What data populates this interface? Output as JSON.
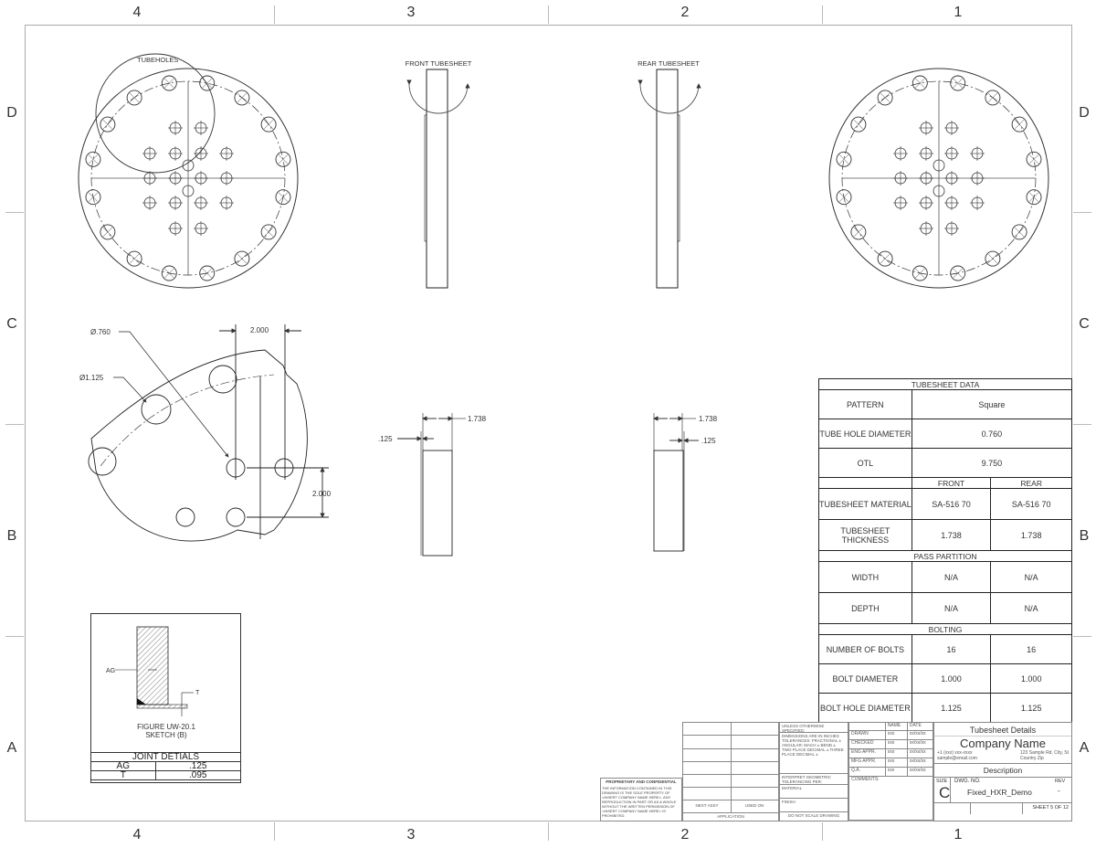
{
  "border": {
    "columns_top": [
      "4",
      "3",
      "2",
      "1"
    ],
    "columns_bottom": [
      "4",
      "3",
      "2",
      "1"
    ],
    "rows_left": [
      "D",
      "C",
      "B",
      "A"
    ],
    "rows_right": [
      "D",
      "C",
      "B",
      "A"
    ]
  },
  "views": {
    "tubeholes_label": "TUBEHOLES",
    "front_tubesheet_label": "FRONT TUBESHEET",
    "rear_tubesheet_label": "REAR TUBESHEET",
    "detail": {
      "dia_tube": "Ø.760",
      "dia_bolt": "Ø1.125",
      "dim_horizontal": "2.000",
      "dim_vertical": "2.000"
    },
    "front_section": {
      "thickness": "1.738",
      "groove": ".125"
    },
    "rear_section": {
      "thickness": "1.738",
      "groove": ".125"
    }
  },
  "joint_details": {
    "figure_title": "FIGURE UW-20.1",
    "figure_subtitle": "SKETCH (B)",
    "label_ag": "AG",
    "label_t": "T",
    "table_title": "JOINT DETIALS",
    "rows": [
      {
        "name": "AG",
        "value": ".125"
      },
      {
        "name": "T",
        "value": ".095"
      }
    ]
  },
  "tubesheet_data": {
    "title": "TUBESHEET DATA",
    "pattern": {
      "label": "PATTERN",
      "value": "Square"
    },
    "tube_hole_diameter": {
      "label": "TUBE HOLE DIAMETER",
      "value": "0.760"
    },
    "otl": {
      "label": "OTL",
      "value": "9.750"
    },
    "col_front": "FRONT",
    "col_rear": "REAR",
    "material": {
      "label": "TUBESHEET MATERIAL",
      "front": "SA-516 70",
      "rear": "SA-516 70"
    },
    "thickness": {
      "label": "TUBESHEET THICKNESS",
      "front": "1.738",
      "rear": "1.738"
    },
    "pass_partition_title": "PASS PARTITION",
    "width": {
      "label": "WIDTH",
      "front": "N/A",
      "rear": "N/A"
    },
    "depth": {
      "label": "DEPTH",
      "front": "N/A",
      "rear": "N/A"
    },
    "bolting_title": "BOLTING",
    "num_bolts": {
      "label": "NUMBER OF BOLTS",
      "front": "16",
      "rear": "16"
    },
    "bolt_diameter": {
      "label": "BOLT DIAMETER",
      "front": "1.000",
      "rear": "1.000"
    },
    "bolt_hole_diameter": {
      "label": "BOLT HOLE DIAMETER",
      "front": "1.125",
      "rear": "1.125"
    }
  },
  "title_block": {
    "proprietary_title": "PROPRIETARY AND CONFIDENTIAL",
    "proprietary_text": "THE INFORMATION CONTAINED IN THIS DRAWING IS THE SOLE PROPERTY OF <INSERT COMPANY NAME HERE>. ANY REPRODUCTION IN PART OR AS A WHOLE WITHOUT THE WRITTEN PERMISSION OF <INSERT COMPANY NAME HERE> IS PROHIBITED.",
    "next_assy": "NEXT ASSY",
    "used_on": "USED ON",
    "application": "APPLICATION",
    "unless_specified": "UNLESS OTHERWISE SPECIFIED:",
    "dims_text": "DIMENSIONS ARE IN INCHES TOLERANCES: FRACTIONAL ± ANGULAR: MACH ± BEND ± TWO PLACE DECIMAL ± THREE PLACE DECIMAL ±",
    "interpret": "INTERPRET GEOMETRIC TOLERANCING PER:",
    "material": "MATERIAL",
    "finish": "FINISH",
    "no_scale": "DO NOT SCALE DRAWING",
    "col_name": "NAME",
    "col_date": "DATE",
    "sign_rows": [
      {
        "role": "DRAWN",
        "name": "xxx",
        "date": "xx/xx/xx"
      },
      {
        "role": "CHECKED",
        "name": "xxx",
        "date": "xx/xx/xx"
      },
      {
        "role": "ENG APPR.",
        "name": "xxx",
        "date": "xx/xx/xx"
      },
      {
        "role": "MFG APPR.",
        "name": "xxx",
        "date": "xx/xx/xx"
      },
      {
        "role": "Q.A.",
        "name": "xxx",
        "date": "xx/xx/xx"
      }
    ],
    "comments": "COMMENTS:",
    "drawing_title": "Tubesheet Details",
    "company_name": "Company Name",
    "phone": "+1 (xxx) xxx-xxxx",
    "email": "sample@email.com",
    "address1": "123 Sample Rd. City, St",
    "address2": "Country Zip",
    "description": "Description",
    "size_label": "SIZE",
    "size_value": "C",
    "dwg_no_label": "DWG. NO.",
    "dwg_no_value": "Fixed_HXR_Demo",
    "rev_label": "REV",
    "rev_value": "-",
    "sheet": "SHEET 5 OF 12"
  }
}
